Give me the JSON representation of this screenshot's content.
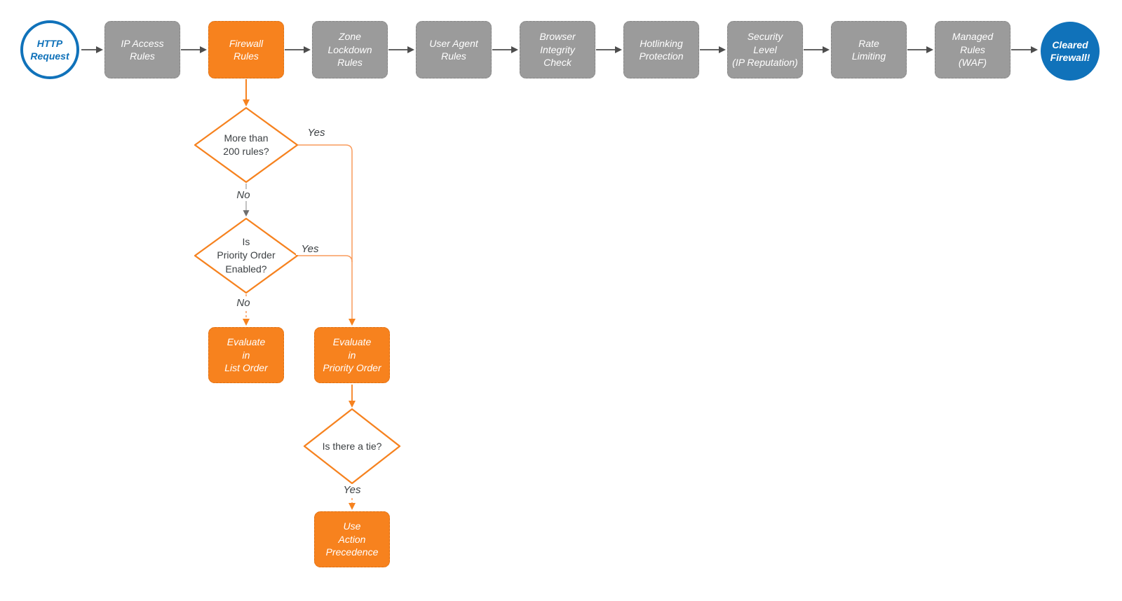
{
  "palette": {
    "orange": "#F6821F",
    "orange_light": "#F99B5C",
    "orange_fill": "#F7821E",
    "gray_fill": "#9B9B9B",
    "blue": "#1072BA",
    "arrow_gray": "#4D4D4D",
    "line_gray": "#ADADAD",
    "arrowhead_gray": "#6E6E6E",
    "label_text": "#3C4043"
  },
  "flow": {
    "start": {
      "label": "HTTP\nRequest"
    },
    "end": {
      "label": "Cleared\nFirewall!"
    },
    "stages": [
      {
        "label": "IP Access\nRules",
        "highlighted": false
      },
      {
        "label": "Firewall\nRules",
        "highlighted": true
      },
      {
        "label": "Zone\nLockdown\nRules",
        "highlighted": false
      },
      {
        "label": "User Agent\nRules",
        "highlighted": false
      },
      {
        "label": "Browser\nIntegrity\nCheck",
        "highlighted": false
      },
      {
        "label": "Hotlinking\nProtection",
        "highlighted": false
      },
      {
        "label": "Security\nLevel\n(IP Reputation)",
        "highlighted": false
      },
      {
        "label": "Rate\nLimiting",
        "highlighted": false
      },
      {
        "label": "Managed\nRules\n(WAF)",
        "highlighted": false
      }
    ],
    "decisions": [
      {
        "label": "More than\n200 rules?",
        "yes_label": "Yes",
        "no_label": "No"
      },
      {
        "label": "Is\nPriority Order\nEnabled?",
        "yes_label": "Yes",
        "no_label": "No"
      },
      {
        "label": "Is there a tie?",
        "yes_label": "Yes"
      }
    ],
    "actions": [
      {
        "label": "Evaluate\nin\nList Order"
      },
      {
        "label": "Evaluate\nin\nPriority Order"
      },
      {
        "label": "Use\nAction\nPrecedence"
      }
    ]
  }
}
